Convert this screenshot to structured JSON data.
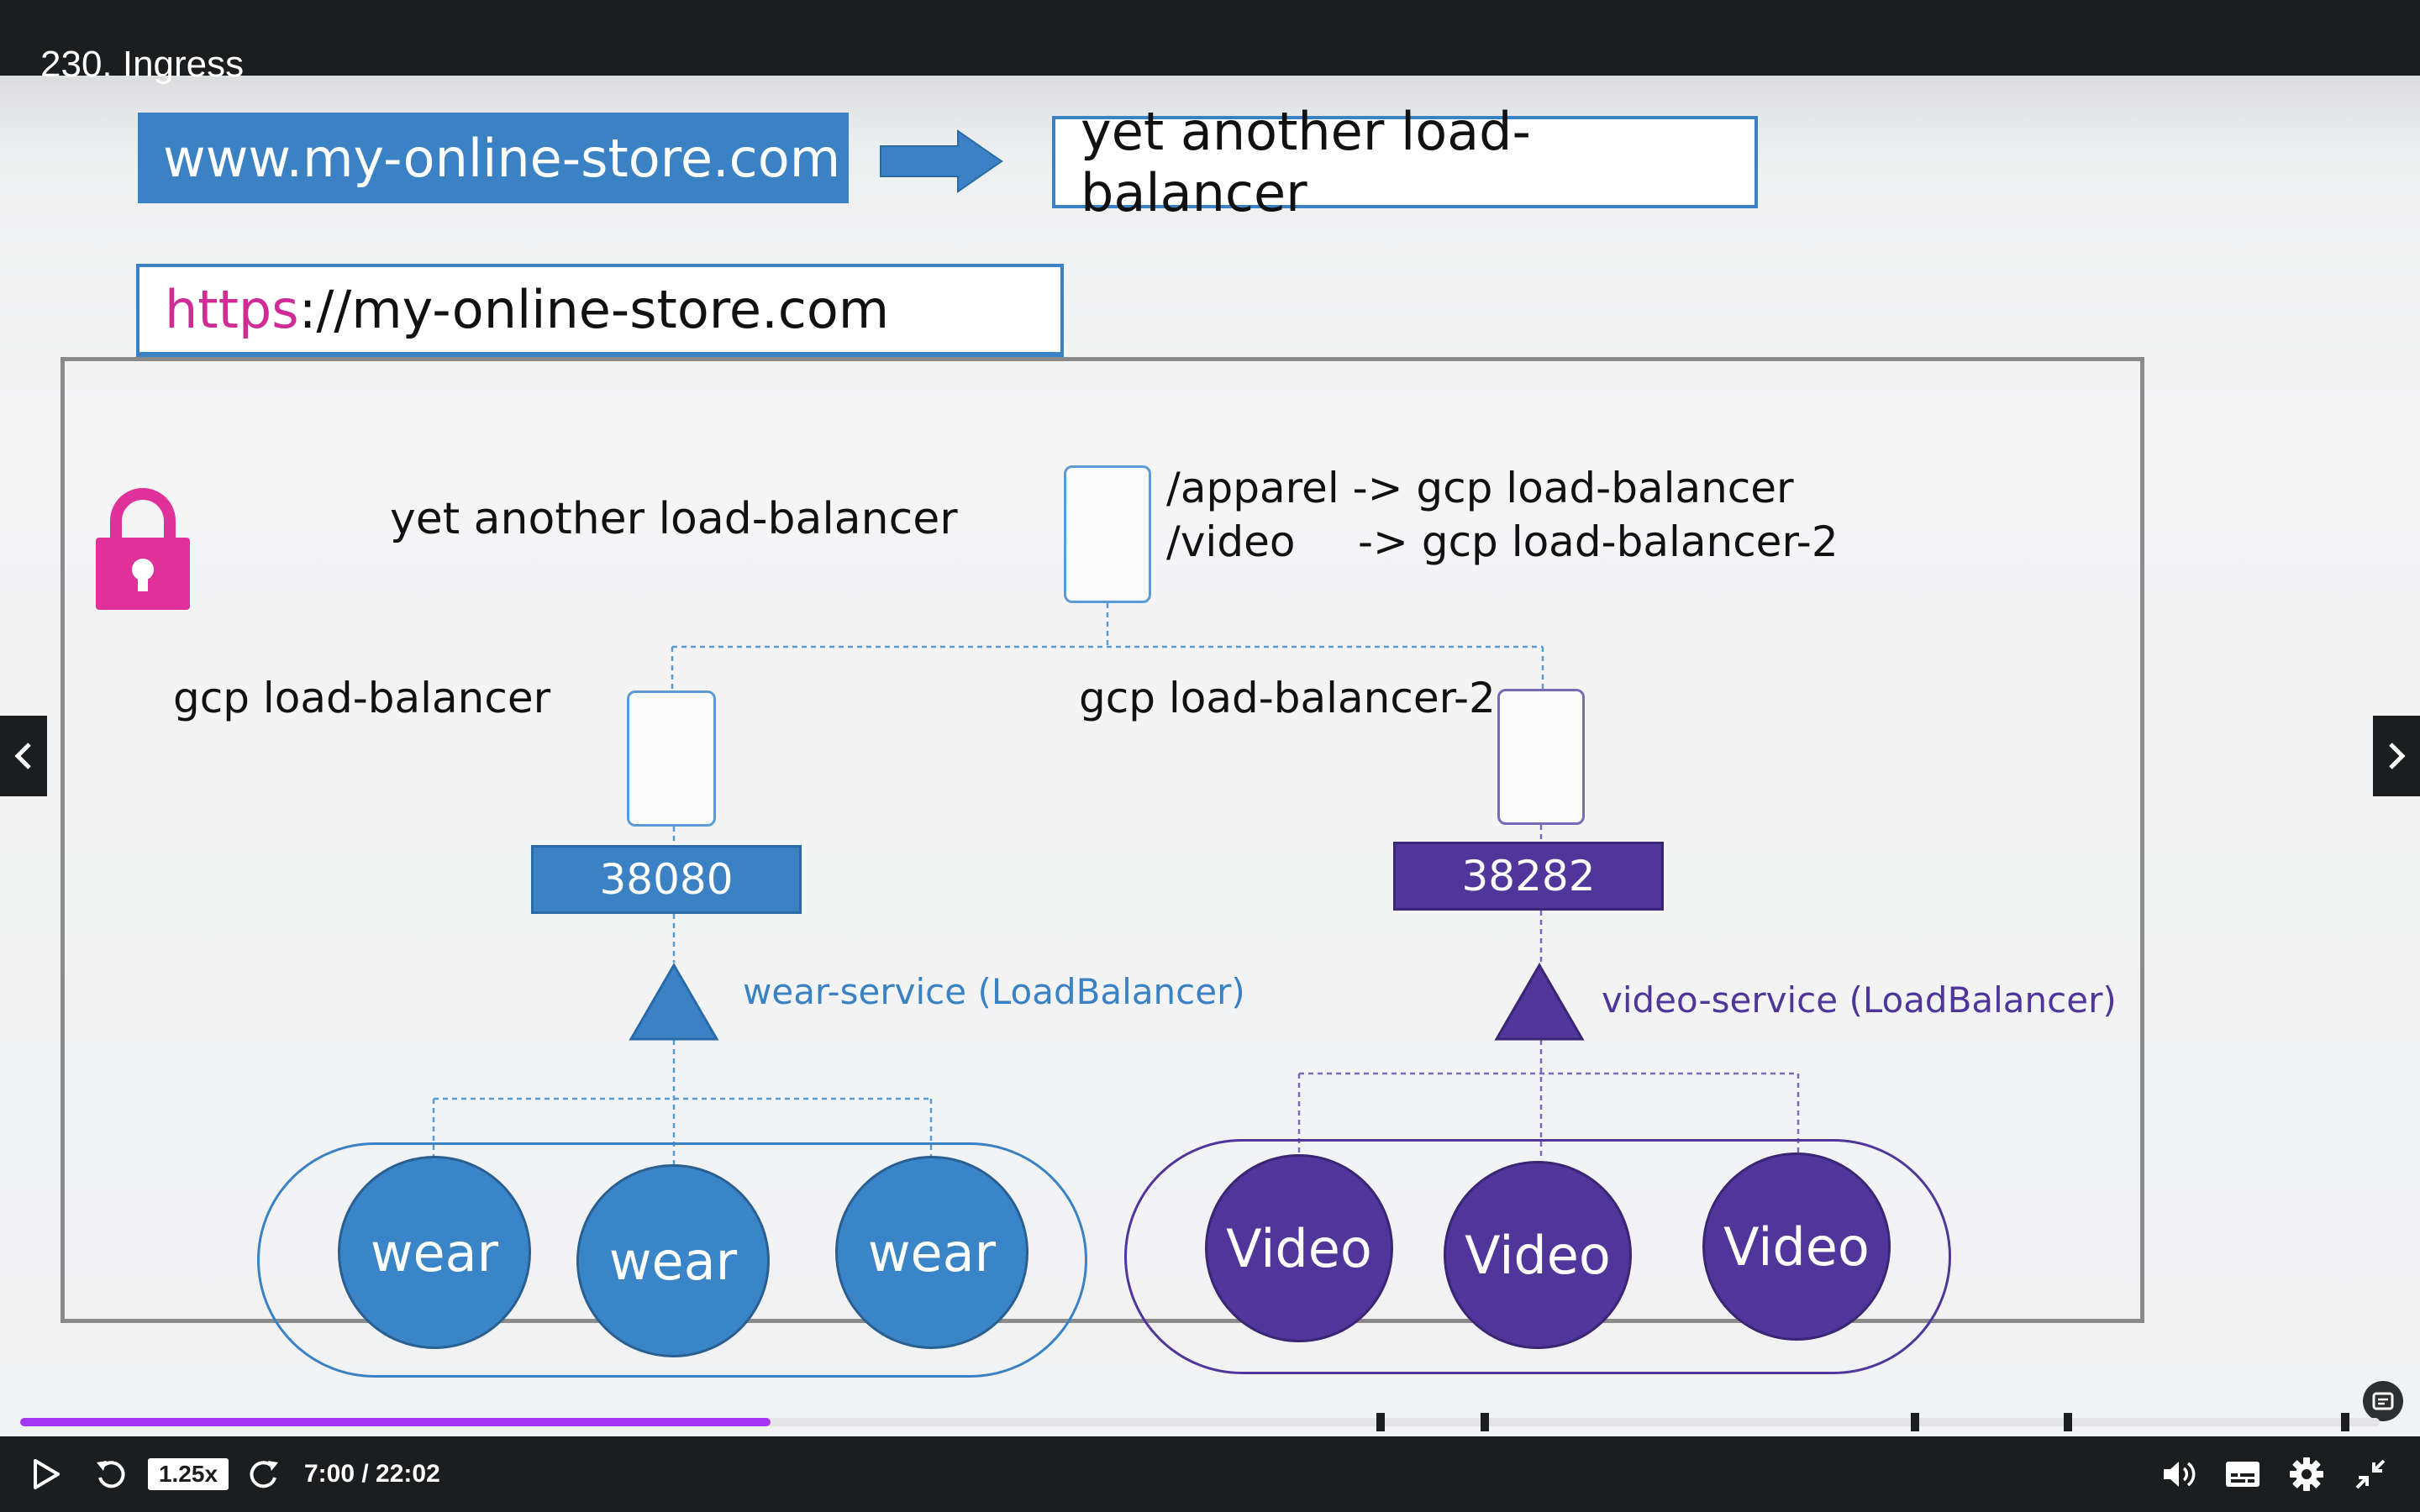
{
  "lesson": {
    "title": "230. Ingress"
  },
  "slide": {
    "www_box": "www.my-online-store.com",
    "yal_box": "yet another load-balancer",
    "https_prefix": "https",
    "https_rest": "://my-online-store.com",
    "diagram": {
      "yal_label": "yet another load-balancer",
      "rule_1": "/apparel -> gcp load-balancer",
      "rule_2_path": "/video",
      "rule_2_target": "-> gcp load-balancer-2",
      "gcp_lb_label": "gcp load-balancer",
      "gcp_lb2_label": "gcp load-balancer-2",
      "wear_port": "38080",
      "video_port": "38282",
      "wear_service": "wear-service (LoadBalancer)",
      "video_service": "video-service (LoadBalancer)",
      "wear_pods": [
        "wear",
        "wear",
        "wear"
      ],
      "video_pods": [
        "Video",
        "Video",
        "Video"
      ]
    },
    "colors": {
      "wear_blue": "#3a85c8",
      "video_purple": "#50359b",
      "lock_pink": "#e0319b"
    }
  },
  "player": {
    "speed": "1.25x",
    "time": "7:00 / 22:02",
    "progress_fraction": 0.318,
    "icons": [
      "play-icon",
      "rewind-icon",
      "forward-icon",
      "volume-icon",
      "captions-icon",
      "settings-icon",
      "exit-fullscreen-icon",
      "transcript-icon"
    ]
  }
}
